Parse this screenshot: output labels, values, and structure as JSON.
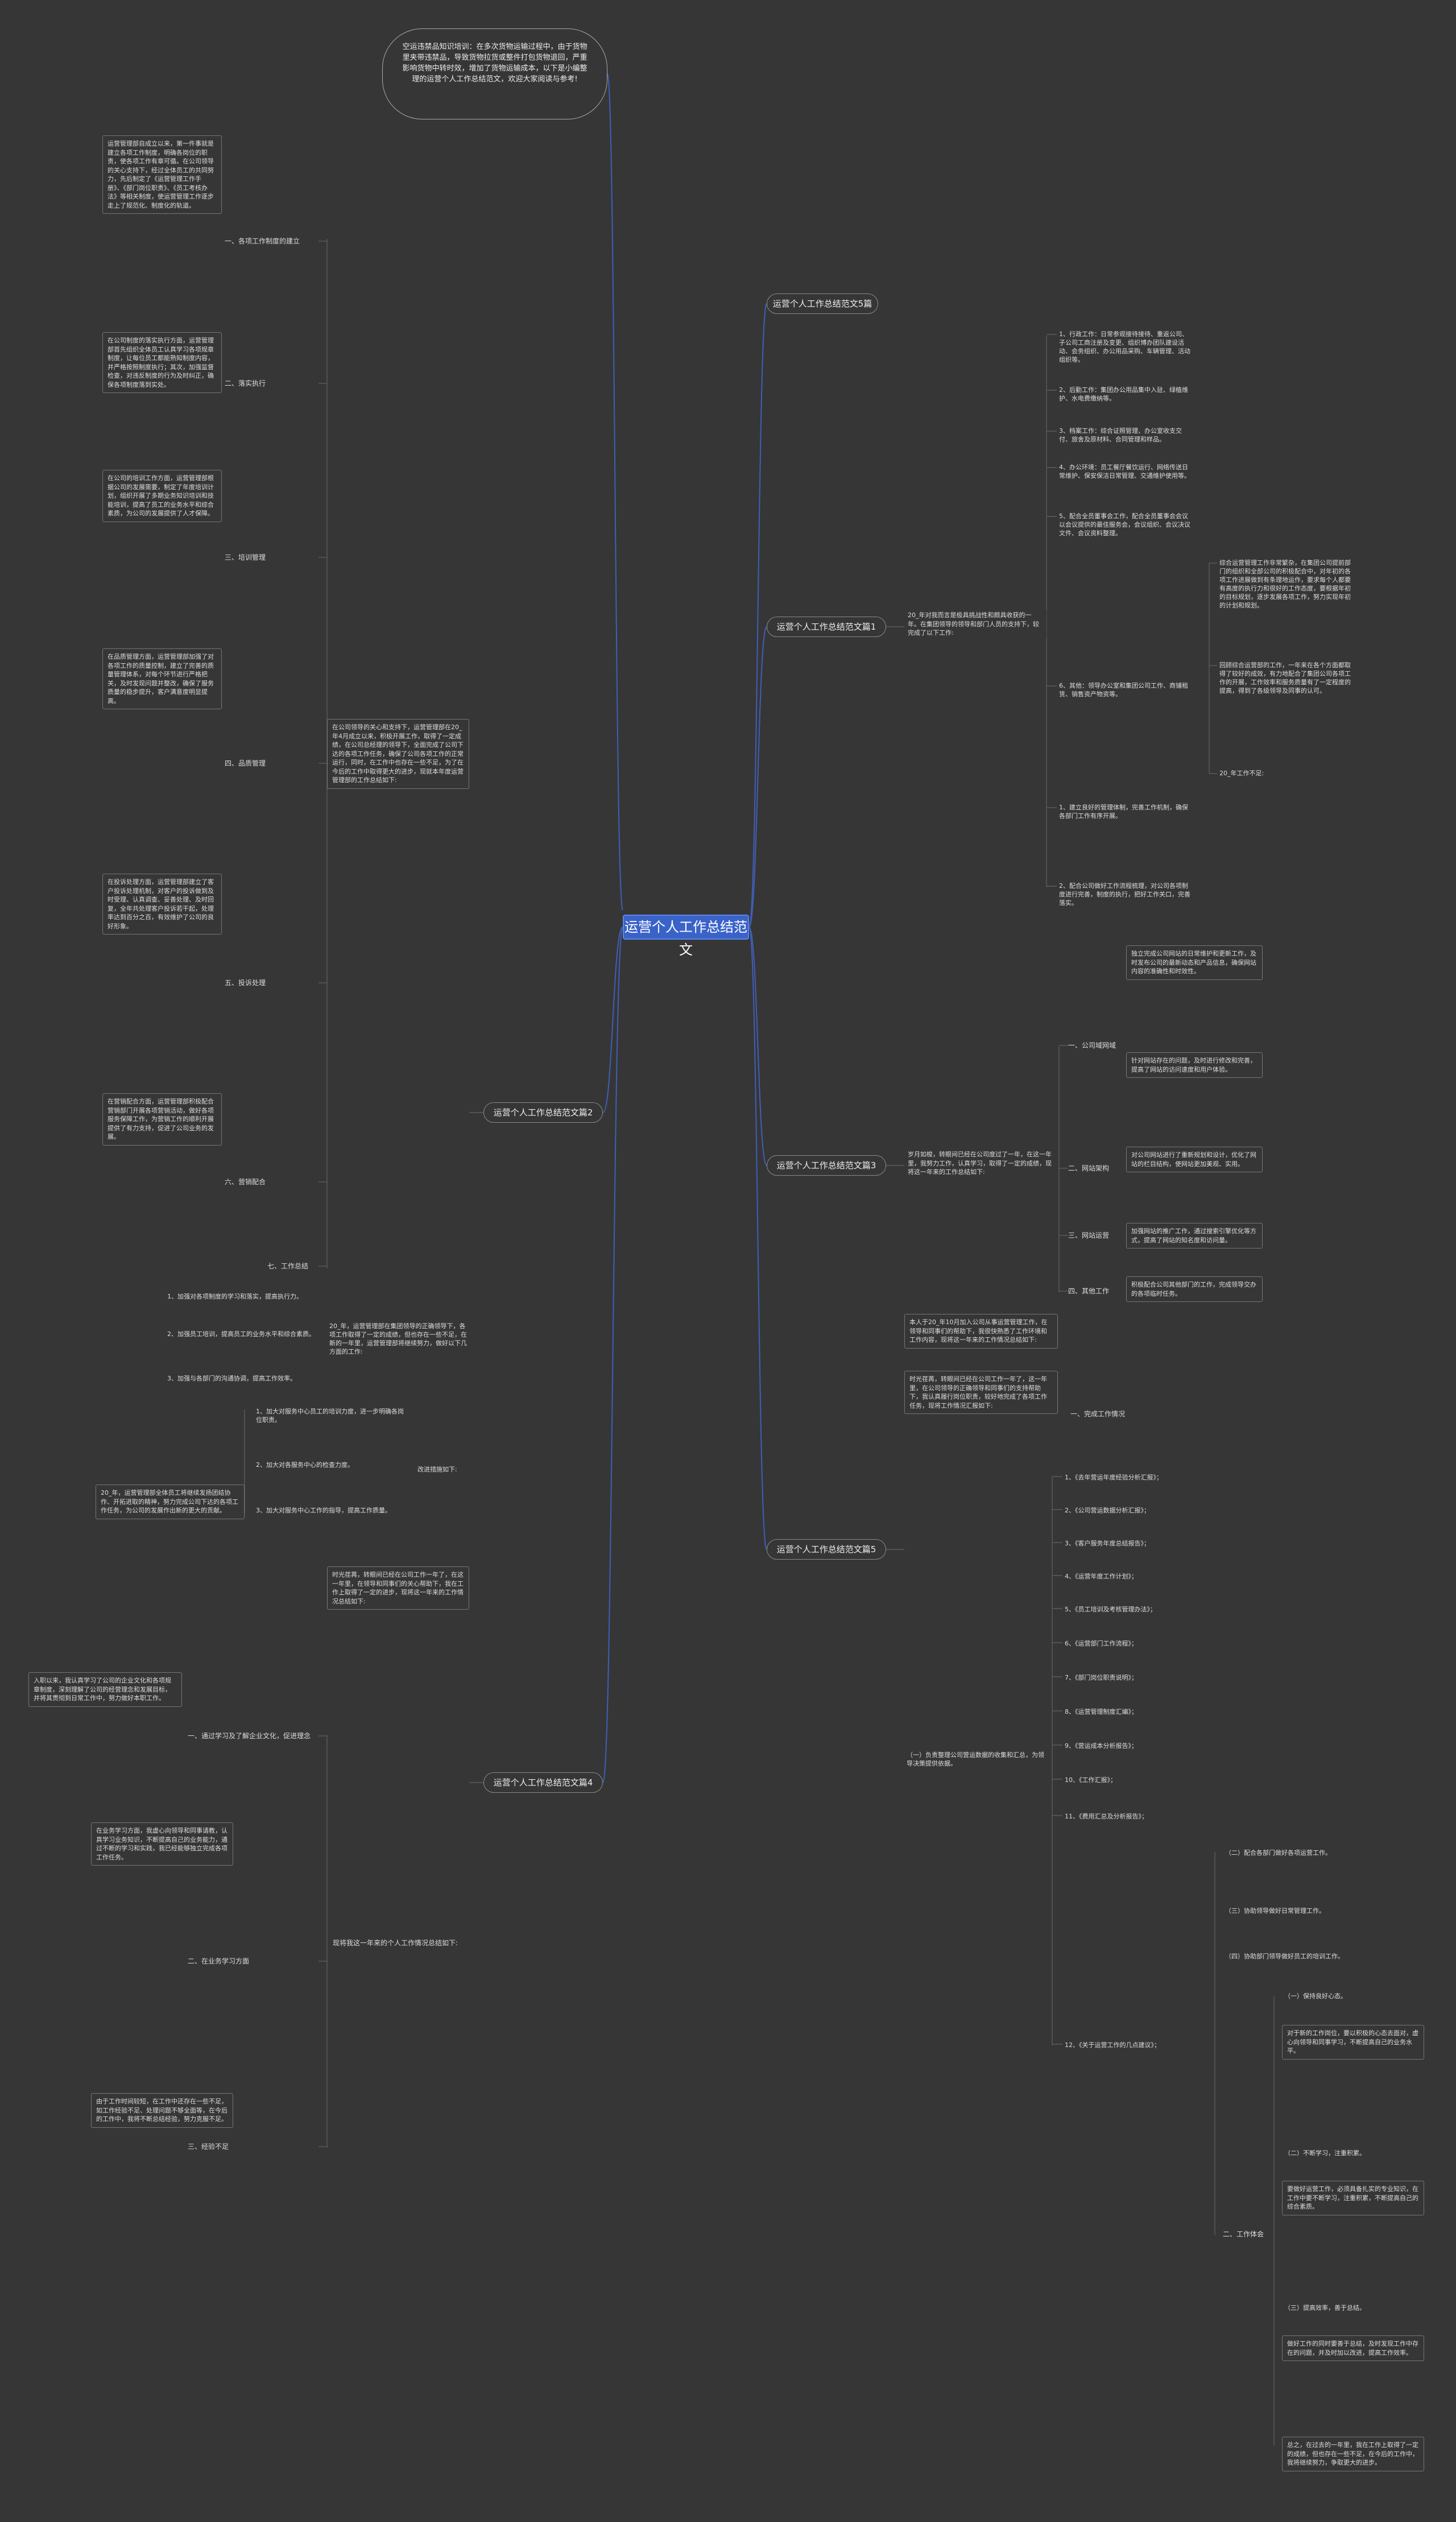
{
  "root": "运营个人工作总结范文",
  "intro": "空运违禁品知识培训：在多次货物运输过程中，由于货物里夹带违禁品，导致货物拉货或整件打包货物退回，严重影响货物中转时效，增加了货物运输成本，以下是小编整理的运营个人工作总结范文，欢迎大家阅读与参考!",
  "b1": {
    "title": "运营个人工作总结范文5篇",
    "summary": "",
    "items": []
  },
  "b2": {
    "title": "运营个人工作总结范文篇1",
    "summary": "20_年对我而言是极具挑战性和颇具收获的一年。在集团领导的领导和部门人员的支持下，较完成了以下工作:",
    "items": [
      "1、行政工作：日常参观接待接待、重返公司、子公司工商注册及变更、组织博办团队建设活动、会务组织、办公用品采购、车辆管理、活动组织等。",
      "2、后勤工作：集团办公用品集中入驻、绿植维护、水电费缴纳等。",
      "3、档案工作：综合证照管理、办公室收支交付、旅舍及原材料、合同管理和样品。",
      "4、办公环境：员工餐厅餐饮运行、网络传送日常维护、保安保洁日常管理、交通维护使用等。",
      "5、配合全员董事会工作，配合全员董事会会议以会议提供的最佳服务会，会议组织、会议决议文件、会议资料整理。",
      "6、其他：领导办公室和集团公司工作、商铺租赁、销售资产物资等。",
      "综合运营管理工作非常繁杂，在集团公司提前部门的组织和全部公司的积极配合中，对年初的各项工作进展做到有条理地运作，要求每个人都要有高度的执行力和很好的工作态度，要根据年初的目标规划，逐步发展各项工作，努力实现年初的计划和规划。",
      "回顾综合运营部的工作，一年来在各个方面都取得了较好的成效，有力地配合了集团公司各项工作的开展，工作效率和服务质量有了一定程度的提高，得到了各级领导及同事的认可。",
      "20_年工作不足:",
      "1、建立良好的管理体制，完善工作机制，确保各部门工作有序开展。",
      "2、配合公司做好工作流程梳理，对公司各项制度进行完善，制度的执行，把好工作关口，完善落实。"
    ]
  },
  "b3": {
    "title": "运营个人工作总结范文篇2",
    "summary": "在公司领导的关心和支持下，运营管理部在20_年4月成立以来，积极开展工作，取得了一定成绩，在公司总经理的领导下，全面完成了公司下达的各项工作任务，确保了公司各项工作的正常运行，同时，在工作中也存在一些不足，为了在今后的工作中取得更大的进步，现就本年度运营管理部的工作总结如下:",
    "sections": [
      {
        "label": "一、各项工作制度的建立",
        "text": "运营管理部自成立以来，第一件事就是建立各项工作制度，明确各岗位的职责，使各项工作有章可循。在公司领导的关心支持下，经过全体员工的共同努力，先后制定了《运营管理工作手册》、《部门岗位职责》、《员工考核办法》等相关制度，使运营管理工作逐步走上了规范化、制度化的轨道。"
      },
      {
        "label": "二、落实执行",
        "text": "在公司制度的落实执行方面，运营管理部首先组织全体员工认真学习各项规章制度，让每位员工都能熟知制度内容，并严格按照制度执行；其次，加强监督检查，对违反制度的行为及时纠正，确保各项制度落到实处。"
      },
      {
        "label": "三、培训管理",
        "text": "在公司的培训工作方面，运营管理部根据公司的发展需要，制定了年度培训计划，组织开展了多期业务知识培训和技能培训，提高了员工的业务水平和综合素质，为公司的发展提供了人才保障。"
      },
      {
        "label": "四、品质管理",
        "text": "在品质管理方面，运营管理部加强了对各项工作的质量控制，建立了完善的质量管理体系，对每个环节进行严格把关，及时发现问题并整改，确保了服务质量的稳步提升，客户满意度明显提高。"
      },
      {
        "label": "五、投诉处理",
        "text": "在投诉处理方面，运营管理部建立了客户投诉处理机制，对客户的投诉做到及时受理、认真调查、妥善处理、及时回复，全年共处理客户投诉若干起，处理率达到百分之百，有效维护了公司的良好形象。"
      },
      {
        "label": "六、营销配合",
        "text": "在营销配合方面，运营管理部积极配合营销部门开展各项营销活动，做好各项服务保障工作，为营销工作的顺利开展提供了有力支持，促进了公司业务的发展。"
      },
      {
        "label": "七、工作总结",
        "text": ""
      }
    ],
    "next_lead": "20_年，运营管理部在集团领导的正确领导下，各项工作取得了一定的成绩，但也存在一些不足，在新的一年里，运营管理部将继续努力，做好以下几方面的工作:",
    "next_items": [
      "1、加强对各项制度的学习和落实，提高执行力。",
      "2、加强员工培训，提高员工的业务水平和综合素质。",
      "3、加强与各部门的沟通协调，提高工作效率。"
    ],
    "next_label": "改进措施如下:",
    "next_pts": [
      "1、加大对服务中心员工的培训力度，进一步明确各岗位职责。",
      "2、加大对各服务中心的检查力度。",
      "3、加大对服务中心工作的指导，提高工作质量。"
    ],
    "tail_text": "20_年，运营管理部全体员工将继续发扬团结协作、开拓进取的精神，努力完成公司下达的各项工作任务，为公司的发展作出新的更大的贡献。"
  },
  "b4": {
    "title": "运营个人工作总结范文篇4",
    "summary": "时光荏苒，转眼间已经在公司工作一年了，在这一年里，在领导和同事们的关心帮助下，我在工作上取得了一定的进步，现将这一年来的工作情况总结如下:",
    "sections": [
      {
        "label": "一、通过学习及了解企业文化，促进理念",
        "text": "入职以来，我认真学习了公司的企业文化和各项规章制度，深刻理解了公司的经营理念和发展目标，并将其贯彻到日常工作中，努力做好本职工作。"
      },
      {
        "label": "二、在业务学习方面",
        "text": "在业务学习方面，我虚心向领导和同事请教，认真学习业务知识，不断提高自己的业务能力，通过不断的学习和实践，我已经能够独立完成各项工作任务。"
      },
      {
        "label": "三、经验不足",
        "text": "由于工作时间较短，在工作中还存在一些不足，如工作经验不足、处理问题不够全面等，在今后的工作中，我将不断总结经验，努力克服不足。"
      }
    ],
    "next_label": "现将我这一年来的个人工作情况总结如下:"
  },
  "b5": {
    "title": "运营个人工作总结范文篇3",
    "summary": "岁月如梭，转眼间已经在公司度过了一年，在这一年里，我努力工作，认真学习，取得了一定的成绩，现将这一年来的工作总结如下:",
    "sections": [
      {
        "label": "一、公司域网域",
        "items": [
          "独立完成公司网站的日常维护和更新工作，及时发布公司的最新动态和产品信息，确保网站内容的准确性和时效性。",
          "针对网站存在的问题，及时进行修改和完善，提高了网站的访问速度和用户体验。"
        ]
      },
      {
        "label": "二、网站架构",
        "items": [
          "对公司网站进行了重新规划和设计，优化了网站的栏目结构，使网站更加美观、实用。"
        ]
      },
      {
        "label": "三、网站运营",
        "items": [
          "加强网站的推广工作，通过搜索引擎优化等方式，提高了网站的知名度和访问量。"
        ]
      },
      {
        "label": "四、其他工作",
        "items": [
          "积极配合公司其他部门的工作，完成领导交办的各项临时任务。"
        ]
      }
    ]
  },
  "b6": {
    "title": "运营个人工作总结范文篇5",
    "summary": "本人于20_年10月加入公司从事运营管理工作，在领导和同事们的帮助下，我很快熟悉了工作环境和工作内容，现将这一年来的工作情况总结如下:",
    "summary2": "时光荏苒，转眼间已经在公司工作一年了，这一年里，在公司领导的正确领导和同事们的支持帮助下，我认真履行岗位职责，较好地完成了各项工作任务，现将工作情况汇报如下:",
    "done_label": "一、完成工作情况",
    "reports": [
      "1、《去年营运年度经验分析汇报》；",
      "2、《公司营运数据分析汇报》；",
      "3、《客户服务年度总结报告》；",
      "4、《运营年度工作计划》；",
      "5、《员工培训及考核管理办法》；",
      "6、《运营部门工作流程》；",
      "7、《部门岗位职责说明》；",
      "8、《运营管理制度汇编》；",
      "9、《营运成本分析报告》；",
      "10、《工作汇报》；",
      "11、《费用汇总及分析报告》；",
      "12、《关于运营工作的几点建议》；"
    ],
    "sub_label": "（一）负责整理公司营运数据的收集和汇总，为领导决策提供依据。",
    "sub_items": [
      "（二）配合各部门做好各项运营工作。",
      "（三）协助领导做好日常管理工作。",
      "（四）协助部门领导做好员工的培训工作。"
    ],
    "tail_label": "二、工作体会",
    "tail_items": [
      "（一）保持良好心态。",
      "对于新的工作岗位，要以积极的心态去面对，虚心向领导和同事学习，不断提高自己的业务水平。",
      "（二）不断学习，注重积累。",
      "要做好运营工作，必须具备扎实的专业知识，在工作中要不断学习，注重积累，不断提高自己的综合素质。",
      "（三）提高效率，善于总结。",
      "做好工作的同时要善于总结，及时发现工作中存在的问题，并及时加以改进，提高工作效率。",
      "总之，在过去的一年里，我在工作上取得了一定的成绩，但也存在一些不足，在今后的工作中，我将继续努力，争取更大的进步。"
    ]
  }
}
